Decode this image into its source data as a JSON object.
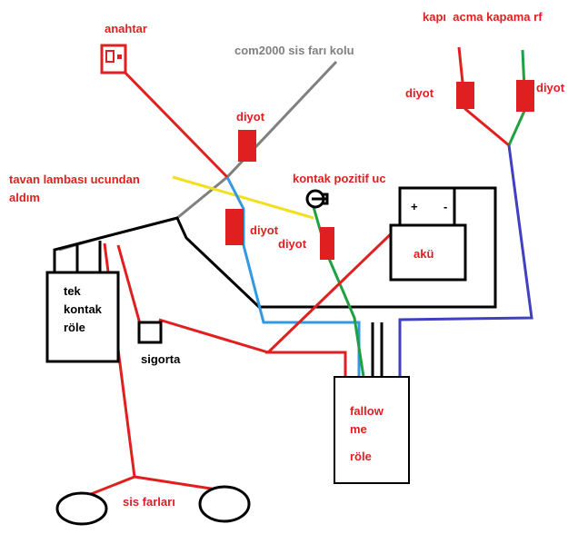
{
  "labels": {
    "switch": "anahtar",
    "fog_stalk": "com2000 sis farı kolu",
    "door_rf": "kapı  acma kapama rf",
    "diode_right1": "diyot",
    "diode_right2": "diyot",
    "diode_top": "diyot",
    "ceiling_lamp_1": "tavan lambası ucundan",
    "ceiling_lamp_2": "aldım",
    "ignition_positive": "kontak pozitif uc",
    "plus": "+",
    "minus": "-",
    "diode_mid1": "diyot",
    "diode_mid2": "diyot",
    "battery": "akü",
    "single_relay_1": "tek",
    "single_relay_2": "kontak",
    "single_relay_3": "röle",
    "fuse": "sigorta",
    "follow_relay_1": "fallow",
    "follow_relay_2": "me",
    "follow_relay_3": "röle",
    "fog_lights": "sis farları"
  },
  "colors": {
    "red": "#e02020",
    "gray": "#808080",
    "yellow": "#f0e020",
    "blue": "#3399e0",
    "dark_blue": "#4040c0",
    "green": "#20a040",
    "black": "#000000"
  }
}
